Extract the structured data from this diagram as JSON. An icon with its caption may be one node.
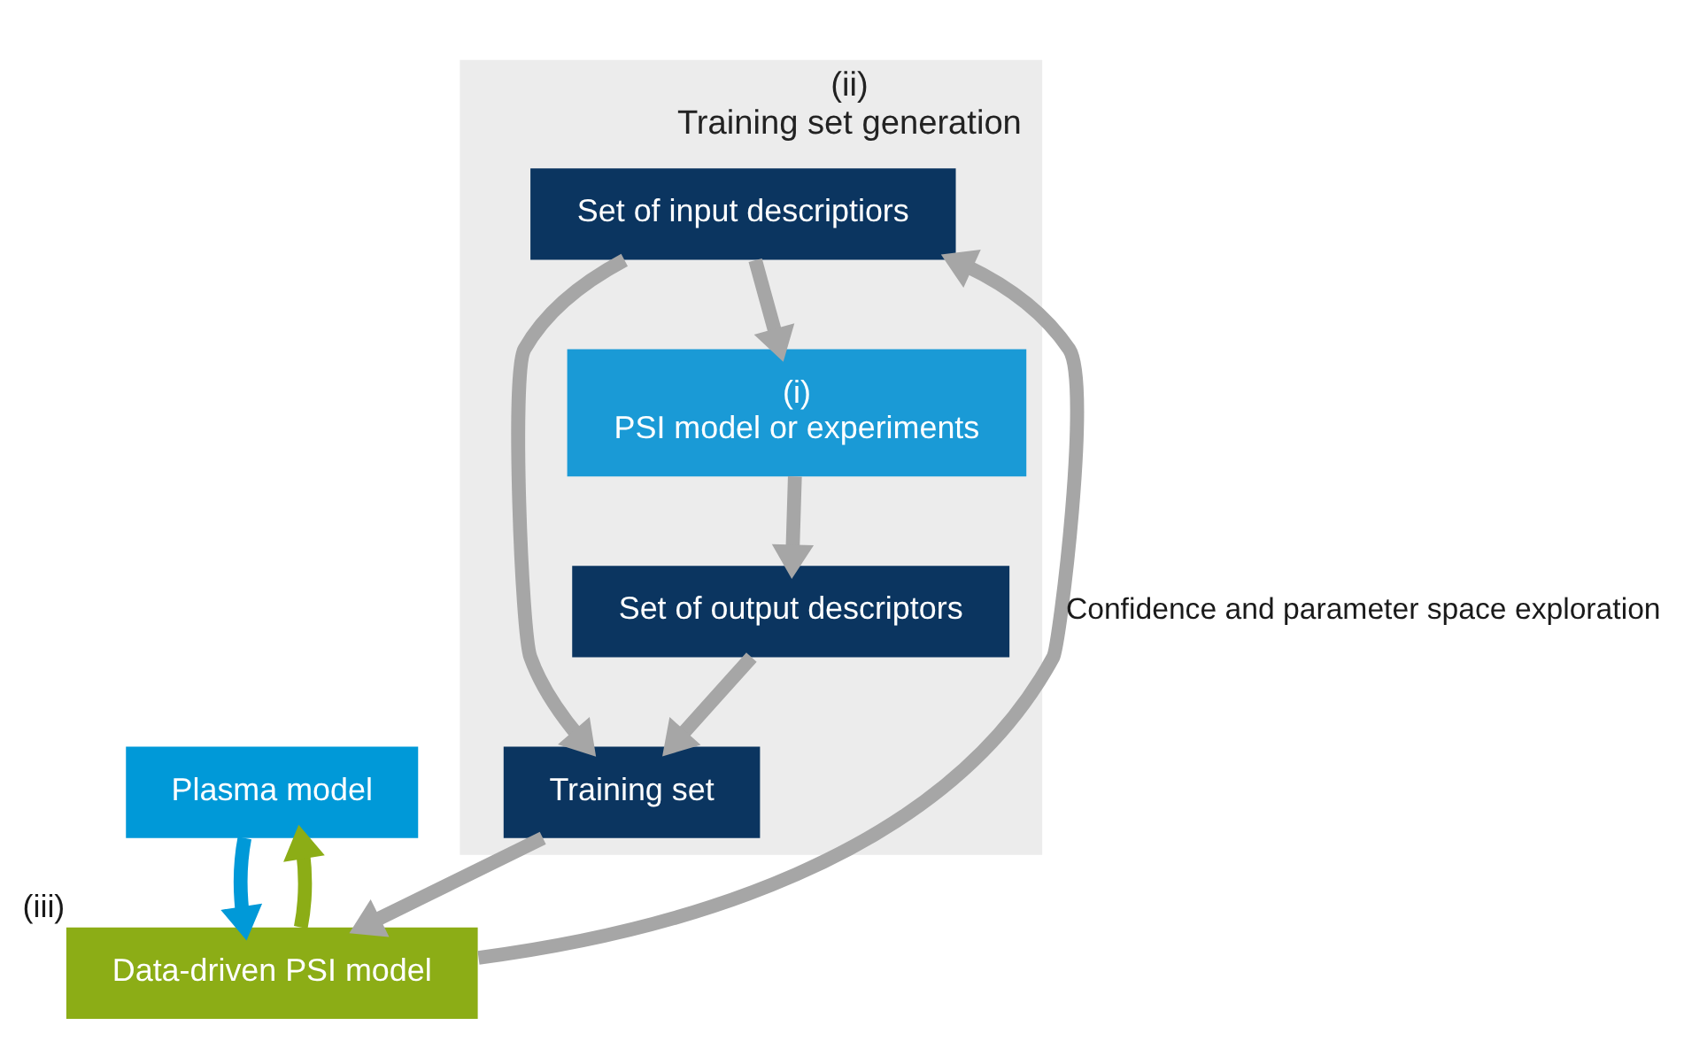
{
  "diagram": {
    "nodes": [
      {
        "text": [
          "Plasma model"
        ]
      },
      {
        "text": [
          "Data-driven PSI model"
        ],
        "beside": [
          "(iii)"
        ]
      },
      {
        "text": [
          "(ii)",
          "Training set generation"
        ]
      },
      {
        "text": [
          "Set of input descriptiors"
        ],
        "in": 2
      },
      {
        "text": [
          "Training set"
        ],
        "in": 2
      },
      {
        "text": [
          "(i)",
          "PSI model or experiments"
        ],
        "in": 2
      },
      {
        "text": [
          "Set of output descriptors"
        ],
        "in": 2
      }
    ],
    "edges": [
      {
        "from": 0,
        "to": 1,
        "arrow": "to",
        "color": "#0099d8"
      },
      {
        "from": 1,
        "to": 0,
        "arrow": "to",
        "color": "#8cad16"
      },
      {
        "from": 4,
        "to": 1,
        "arrow": "to"
      },
      {
        "from": 3,
        "to": 4,
        "arrow": "to"
      },
      {
        "from": 3,
        "to": 5,
        "arrow": "to"
      },
      {
        "from": 5,
        "to": 6,
        "arrow": "to"
      },
      {
        "from": 6,
        "to": 4,
        "arrow": "to"
      },
      {
        "from": 1,
        "to": 3,
        "arrow": "to",
        "label": "Confidence and parameter space exploration"
      }
    ]
  }
}
